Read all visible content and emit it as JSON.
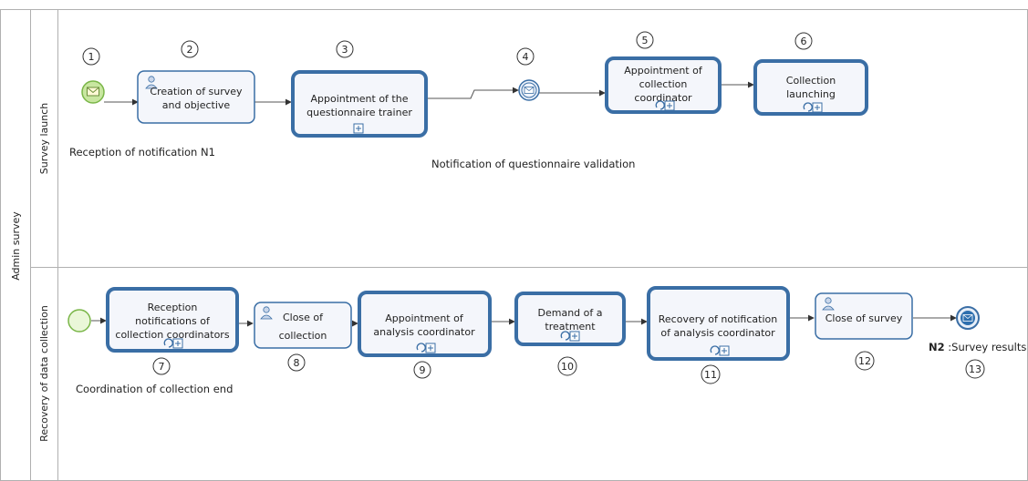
{
  "pool": {
    "label": "Admin survey"
  },
  "lanes": [
    {
      "label": "Survey launch"
    },
    {
      "label": "Recovery of data collection"
    }
  ],
  "tasks": [
    {
      "id": "t2",
      "lines": [
        "Creation of survey",
        "and objective"
      ],
      "kind": "user"
    },
    {
      "id": "t3",
      "lines": [
        "Appointment of the",
        "questionnaire trainer"
      ],
      "kind": "subprocess"
    },
    {
      "id": "t5",
      "lines": [
        "Appointment of",
        "collection",
        "coordinator"
      ],
      "kind": "loop-subprocess"
    },
    {
      "id": "t6",
      "lines": [
        "Collection",
        "launching"
      ],
      "kind": "loop-subprocess"
    },
    {
      "id": "t7",
      "lines": [
        "Reception",
        "notifications of",
        "collection coordinators"
      ],
      "kind": "loop-subprocess"
    },
    {
      "id": "t8",
      "lines": [
        "Close of",
        "collection"
      ],
      "kind": "user"
    },
    {
      "id": "t9",
      "lines": [
        "Appointment of",
        "analysis coordinator"
      ],
      "kind": "loop-subprocess"
    },
    {
      "id": "t10",
      "lines": [
        "Demand of a",
        "treatment"
      ],
      "kind": "loop-subprocess"
    },
    {
      "id": "t11",
      "lines": [
        "Recovery of notification",
        "of analysis coordinator"
      ],
      "kind": "loop-subprocess"
    },
    {
      "id": "t12",
      "lines": [
        "Close of survey"
      ],
      "kind": "user"
    }
  ],
  "step_numbers": [
    "1",
    "2",
    "3",
    "4",
    "5",
    "6",
    "7",
    "8",
    "9",
    "10",
    "11",
    "12",
    "13"
  ],
  "annotations": {
    "reception_n1": "Reception of notification N1",
    "questionnaire_validation": "Notification of questionnaire validation",
    "coordination_end": "Coordination of collection end",
    "survey_results_bold": "N2",
    "survey_results_rest": " :Survey results"
  },
  "colors": {
    "task_stroke": "#3a6ea5",
    "task_fill": "#f4f6fb",
    "message_start_fill": "#c8e6a0",
    "message_start_stroke": "#7ab648",
    "plain_start_fill": "#eaf7d8",
    "intermediate_stroke": "#3a6ea5",
    "end_fill": "#2e6fae",
    "lane_border": "#b0b0b0",
    "flow": "#555555"
  }
}
